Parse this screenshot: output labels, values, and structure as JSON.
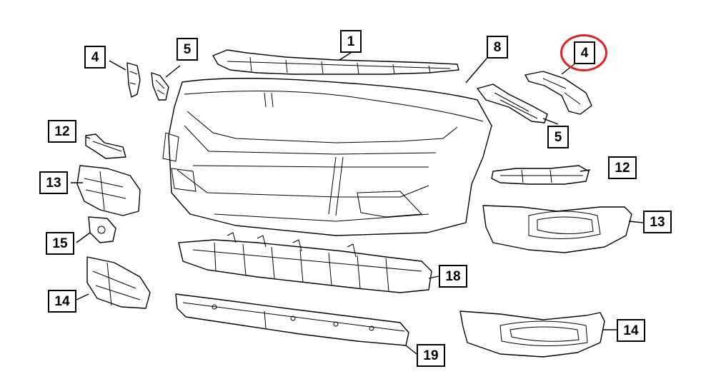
{
  "callouts": [
    {
      "id": "c1",
      "label": "1"
    },
    {
      "id": "c4a",
      "label": "4"
    },
    {
      "id": "c5a",
      "label": "5"
    },
    {
      "id": "c8",
      "label": "8"
    },
    {
      "id": "c4b",
      "label": "4"
    },
    {
      "id": "c5b",
      "label": "5"
    },
    {
      "id": "c12a",
      "label": "12"
    },
    {
      "id": "c12b",
      "label": "12"
    },
    {
      "id": "c13a",
      "label": "13"
    },
    {
      "id": "c13b",
      "label": "13"
    },
    {
      "id": "c15",
      "label": "15"
    },
    {
      "id": "c14a",
      "label": "14"
    },
    {
      "id": "c14b",
      "label": "14"
    },
    {
      "id": "c18",
      "label": "18"
    },
    {
      "id": "c19",
      "label": "19"
    }
  ],
  "highlight": {
    "callout": "c4b",
    "color": "#e31e24"
  }
}
